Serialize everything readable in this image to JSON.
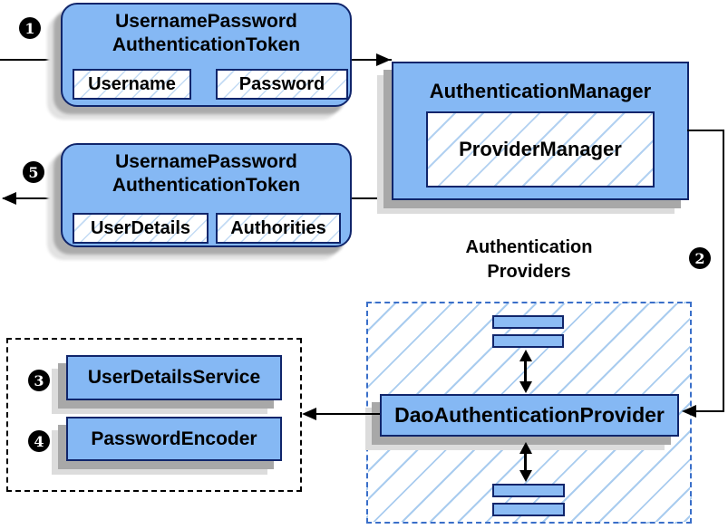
{
  "colors": {
    "node_fill": "#85B8F4",
    "node_border": "#10256B",
    "bar_fill": "#8CBCF4",
    "hatch_line": "#A9CCEF",
    "dashed_border": "#3A6FC9",
    "dotted_border": "#000000",
    "connector": "#000000",
    "shadow": "#ABABAB"
  },
  "nodes": {
    "request_token": {
      "title_line1": "UsernamePassword",
      "title_line2": "AuthenticationToken",
      "field_left": "Username",
      "field_right": "Password"
    },
    "result_token": {
      "title_line1": "UsernamePassword",
      "title_line2": "AuthenticationToken",
      "field_left": "UserDetails",
      "field_right": "Authorities"
    },
    "authentication_manager": {
      "title": "AuthenticationManager",
      "inner": "ProviderManager"
    },
    "providers_group": {
      "label_line1": "Authentication",
      "label_line2": "Providers"
    },
    "dao_provider": {
      "label": "DaoAuthenticationProvider"
    },
    "user_details_service": {
      "label": "UserDetailsService"
    },
    "password_encoder": {
      "label": "PasswordEncoder"
    }
  },
  "steps": {
    "step1": "1",
    "step2": "2",
    "step3": "3",
    "step4": "4",
    "step5": "5"
  }
}
